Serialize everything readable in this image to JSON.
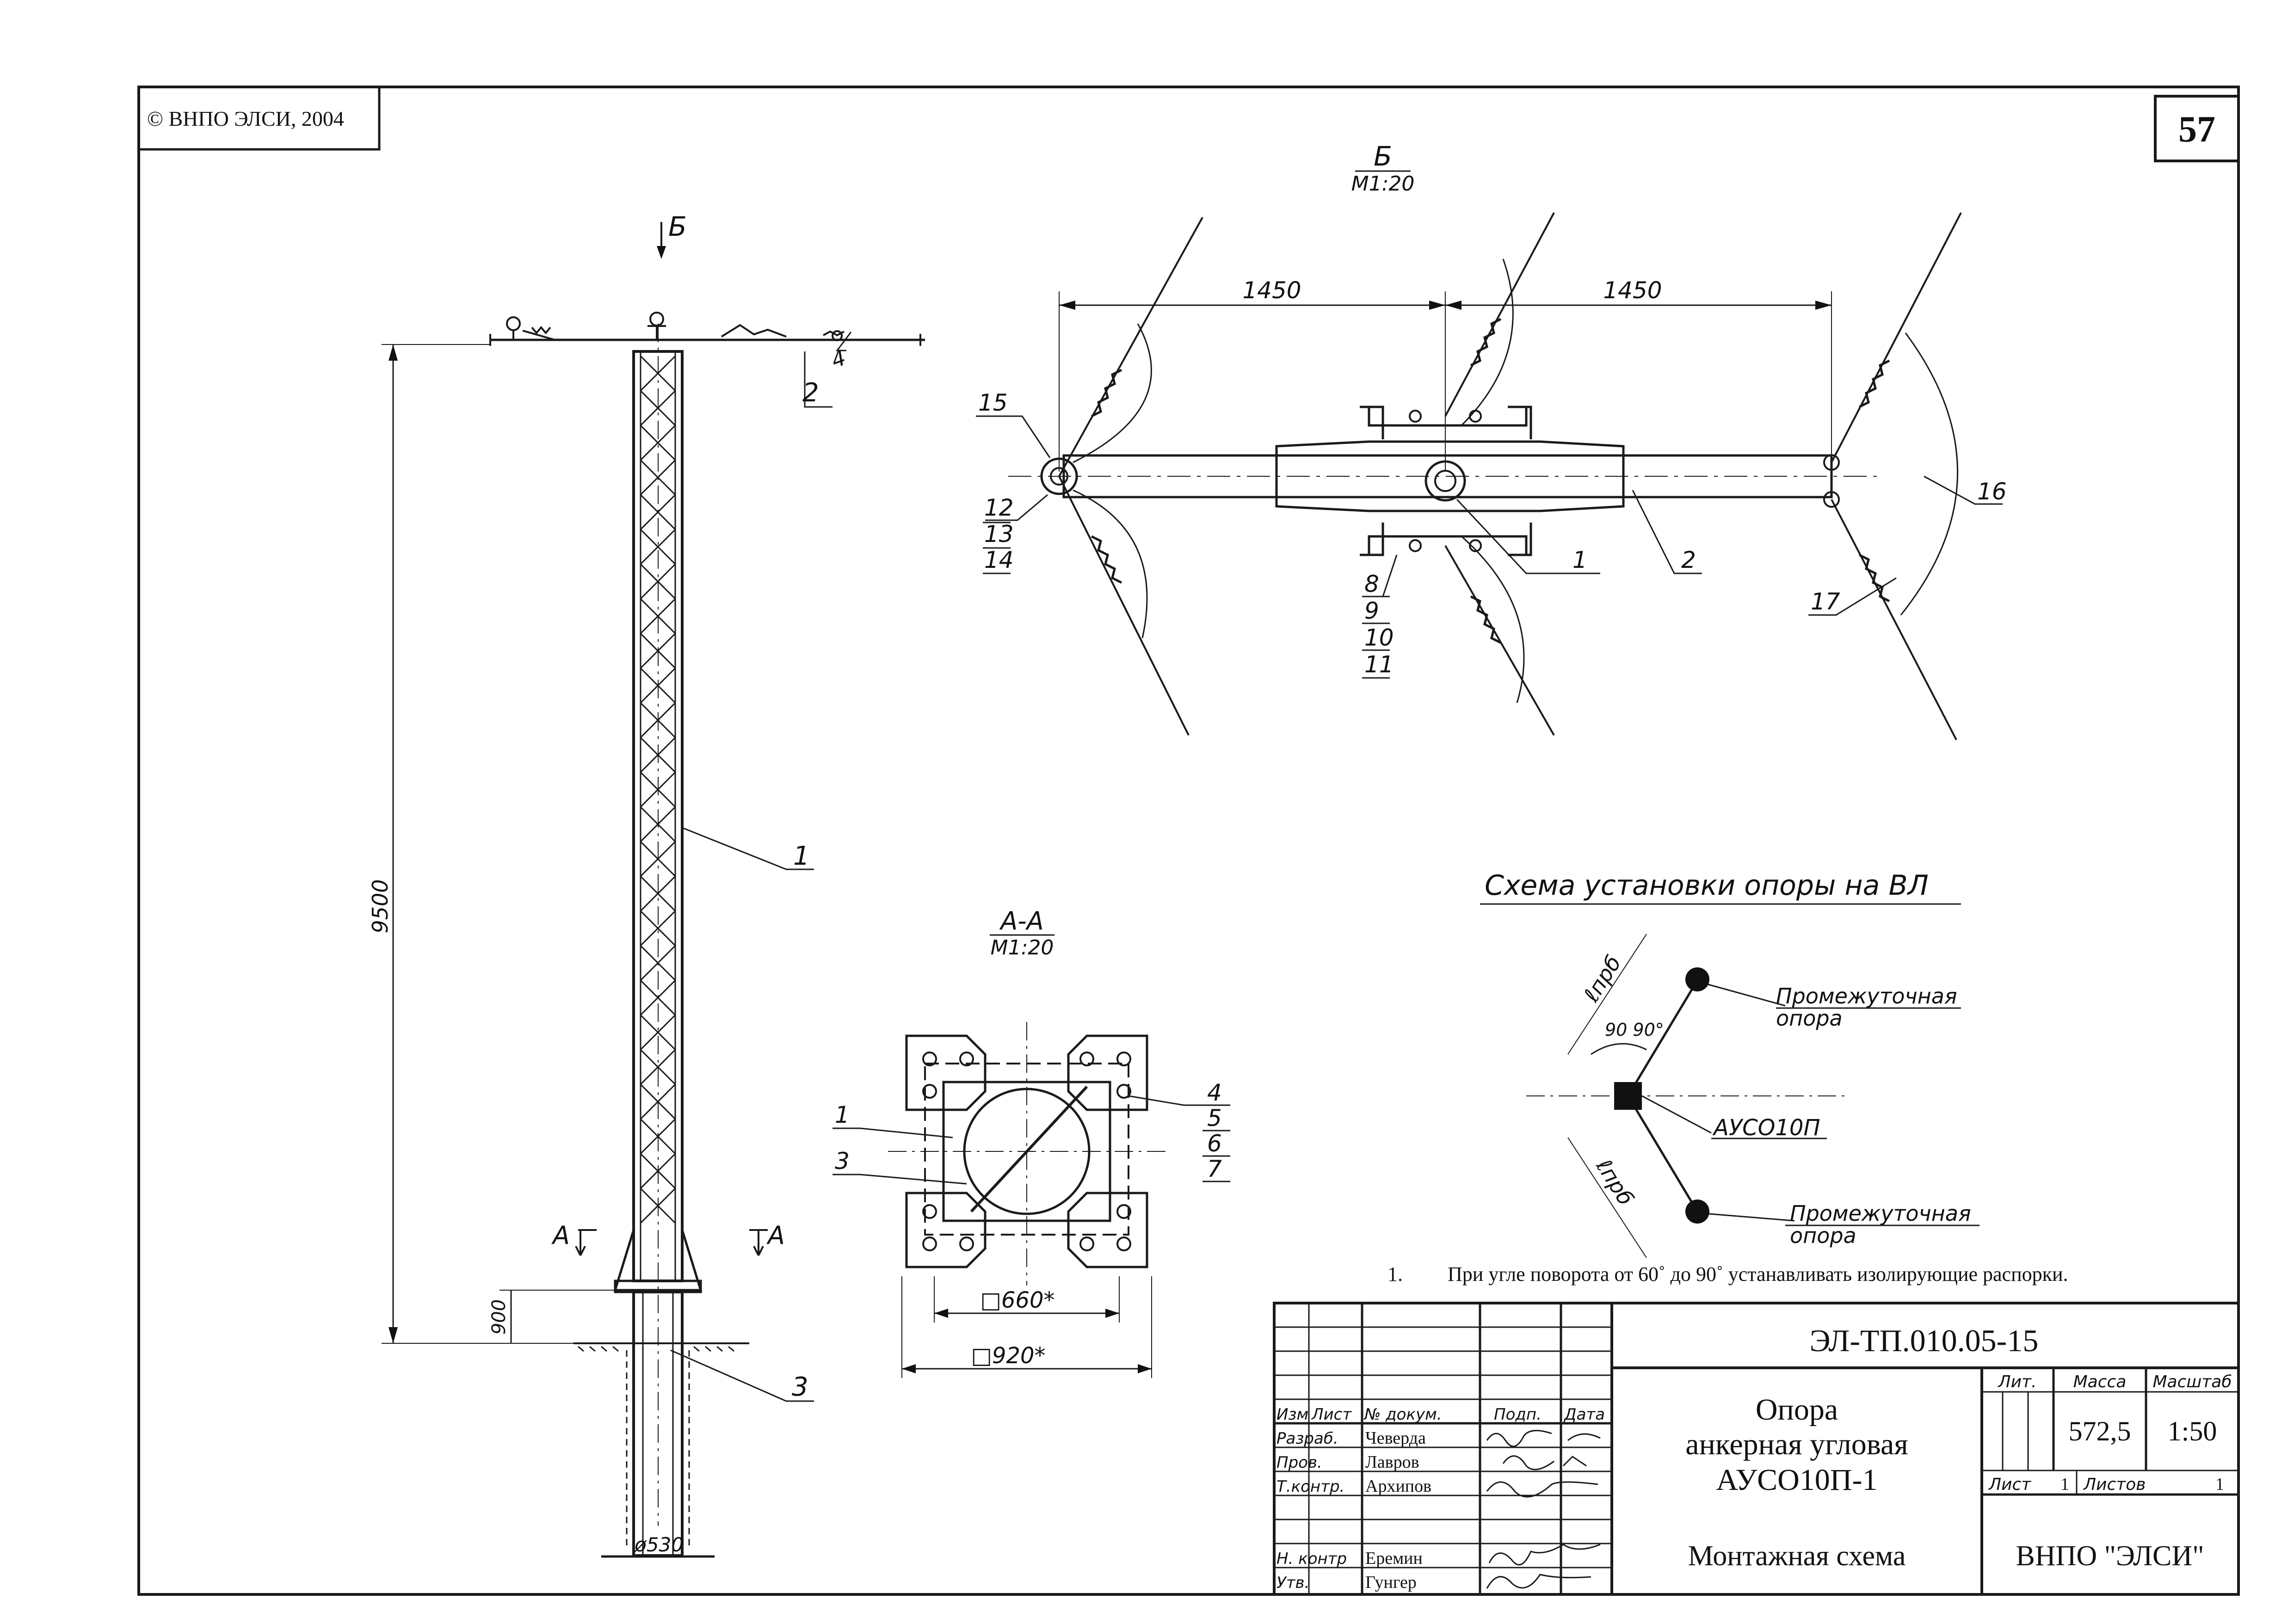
{
  "sheet": {
    "copyright": "© ВНПО ЭЛСИ, 2004",
    "page_number": "57"
  },
  "elevation": {
    "view_arrow_label": "Б",
    "height_dim": "9500",
    "base_dim": "900",
    "diameter": "ø530",
    "section_mark": "А",
    "callouts": [
      "1",
      "2",
      "3",
      "4"
    ]
  },
  "view_b": {
    "title": "Б",
    "scale": "М1:20",
    "dim_left": "1450",
    "dim_right": "1450",
    "callouts": [
      "15",
      "12",
      "13",
      "14",
      "8",
      "9",
      "10",
      "11",
      "1",
      "2",
      "16",
      "17"
    ]
  },
  "section_aa": {
    "title": "А-А",
    "scale": "М1:20",
    "dim_inner": "□660*",
    "dim_outer": "□920*",
    "callouts_left": [
      "1",
      "3"
    ],
    "callouts_right": [
      "4",
      "5",
      "6",
      "7"
    ]
  },
  "scheme": {
    "title": "Схема установки опоры на ВЛ",
    "top_label_line1": "Промежуточная",
    "top_label_line2": "опора",
    "center_label": "АУСО10П",
    "bottom_label_line1": "Промежуточная",
    "bottom_label_line2": "опора",
    "span_top": "ℓпрб",
    "span_bottom": "ℓпрб",
    "angle_label": "90 90°"
  },
  "note": {
    "number": "1.",
    "text": "При угле поворота от 60˚ до 90˚ устанавливать изолирующие распорки."
  },
  "title_block": {
    "doc_code": "ЭЛ-ТП.010.05-15",
    "name_line1": "Опора",
    "name_line2": "анкерная угловая",
    "name_line3": "АУСО10П-1",
    "sheet_name": "Монтажная схема",
    "org": "ВНПО \"ЭЛСИ\"",
    "lit_header": "Лит.",
    "mass_header": "Масса",
    "scale_header": "Масштаб",
    "mass": "572,5",
    "scale": "1:50",
    "sheet_label": "Лист",
    "sheet_value": "1",
    "sheets_label": "Листов",
    "sheets_value": "1",
    "col_headers": [
      "Изм",
      "Лист",
      "№ докум.",
      "Подп.",
      "Дата"
    ],
    "roles": [
      {
        "role": "Разраб.",
        "name": "Чеверда"
      },
      {
        "role": "Пров.",
        "name": "Лавров"
      },
      {
        "role": "Т.контр.",
        "name": "Архипов"
      },
      {
        "role": "Н. контр",
        "name": "Еремин"
      },
      {
        "role": "Утв.",
        "name": "Гунгер"
      }
    ]
  }
}
